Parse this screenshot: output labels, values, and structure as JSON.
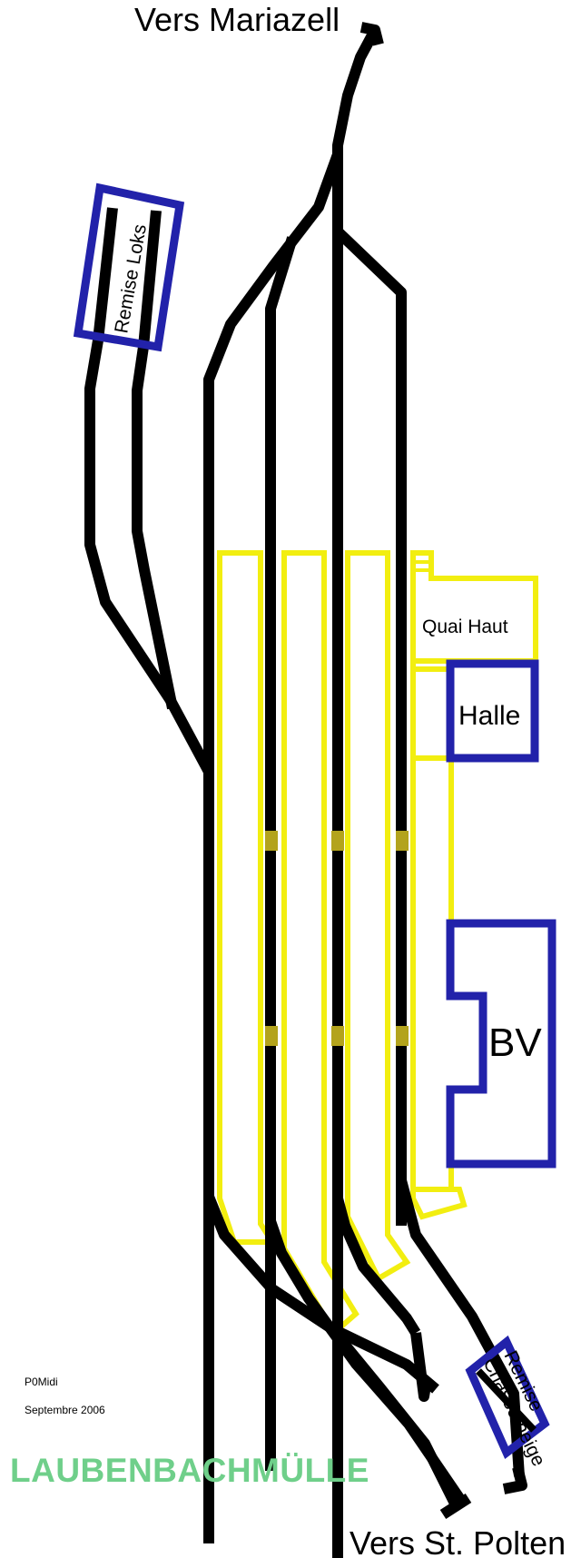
{
  "labels": {
    "north": "Vers Mariazell",
    "south": "Vers St. Polten",
    "remise_loks": "Remise Loks",
    "quai_haut": "Quai Haut",
    "halle": "Halle",
    "bv": "BV",
    "remise_chasse_line1": "Remise",
    "remise_chasse_line2": "Chasse-neige",
    "author": "P0Midi",
    "date": "Septembre 2006",
    "station": "LAUBENBACHMÜLLE"
  },
  "colors": {
    "track": "#000000",
    "platform": "#f2ee10",
    "building": "#2222aa",
    "crossing": "#b3a31c",
    "station_name": "#6fcf8a"
  }
}
